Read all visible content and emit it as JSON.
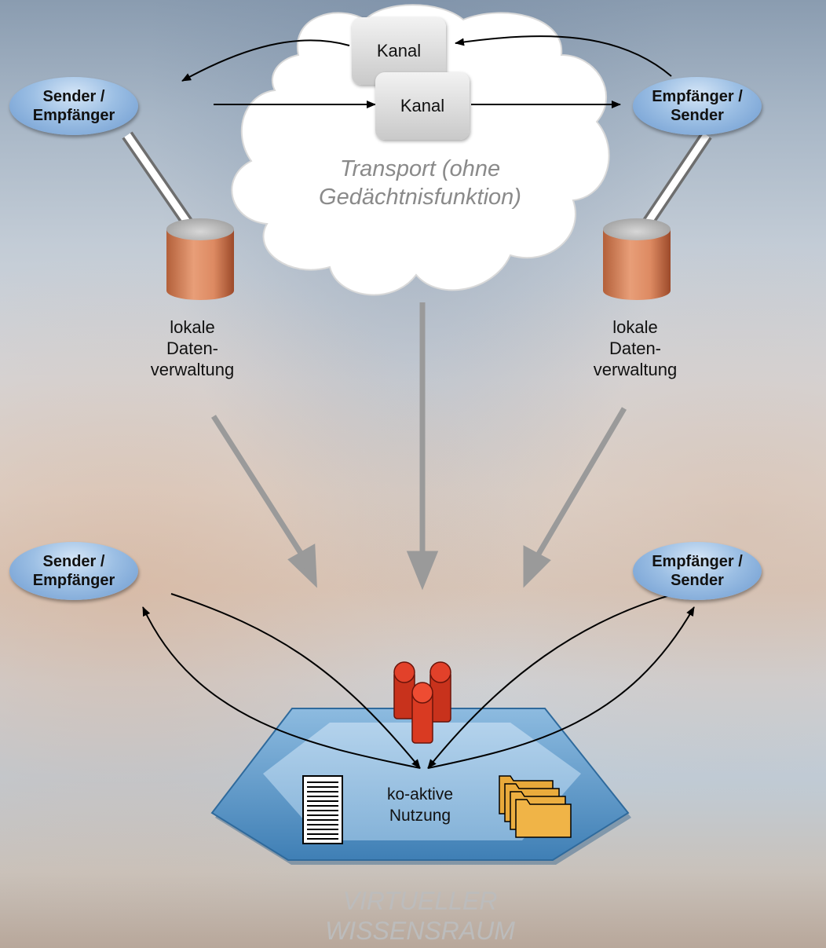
{
  "nodes": {
    "top_left": {
      "line1": "Sender /",
      "line2": "Empfänger"
    },
    "top_right": {
      "line1": "Empfänger /",
      "line2": "Sender"
    },
    "bottom_left": {
      "line1": "Sender /",
      "line2": "Empfänger"
    },
    "bottom_right": {
      "line1": "Empfänger /",
      "line2": "Sender"
    }
  },
  "channels": {
    "back": "Kanal",
    "front": "Kanal"
  },
  "cloud": {
    "line1": "Transport (ohne",
    "line2": "Gedächtnisfunktion)"
  },
  "storage_left": {
    "line1": "lokale",
    "line2": "Daten-",
    "line3": "verwaltung"
  },
  "storage_right": {
    "line1": "lokale",
    "line2": "Daten-",
    "line3": "verwaltung"
  },
  "space": {
    "line1": "ko-aktive",
    "line2": "Nutzung"
  },
  "space_title": {
    "line1": "VIRTUELLER",
    "line2": "WISSENSRAUM"
  },
  "icons": [
    "document-icon",
    "folders-icon",
    "users-icon",
    "database-icon",
    "cloud-icon"
  ],
  "colors": {
    "node": "#9cbfe4",
    "database": "#dd8a62",
    "platform": "#6fa3cc",
    "user": "#d93a22",
    "folder": "#e9a93a"
  }
}
